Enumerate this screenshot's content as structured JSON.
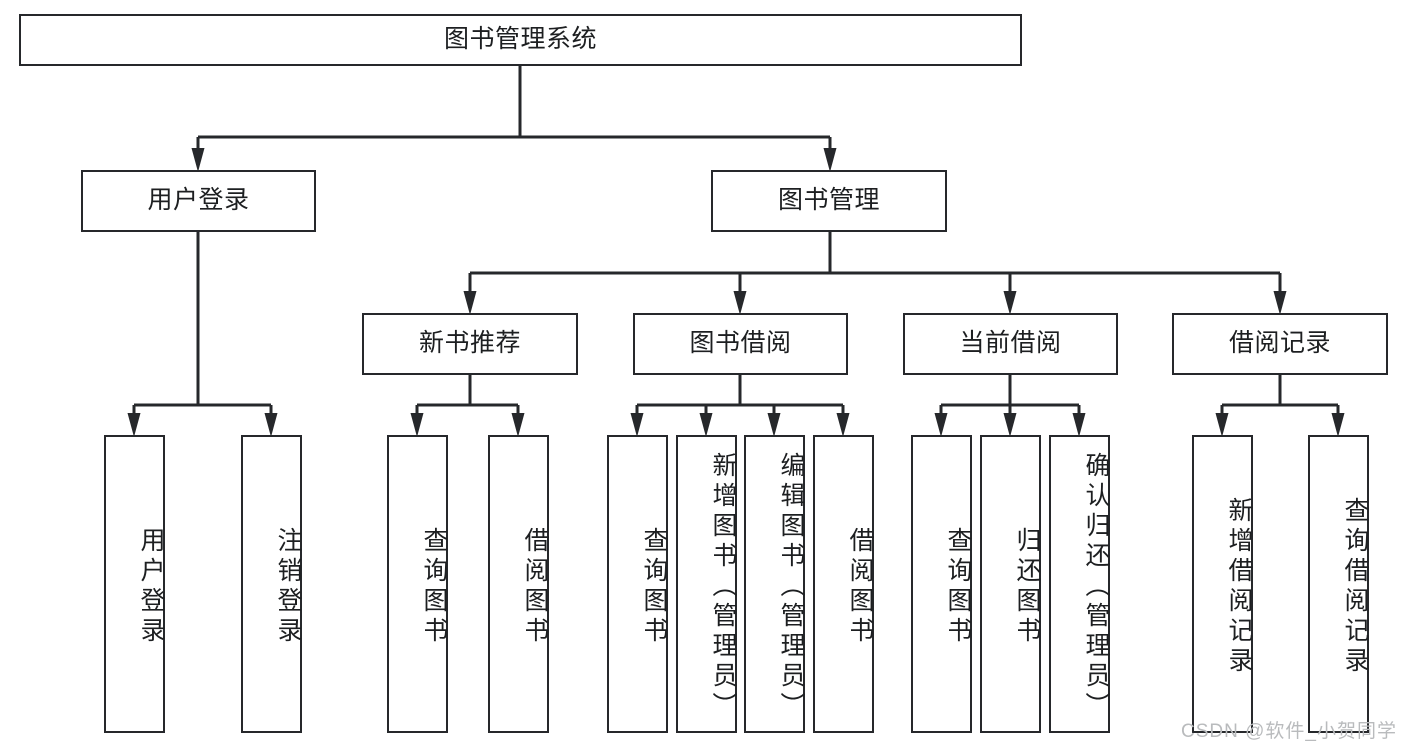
{
  "diagram": {
    "title": "图书管理系统",
    "type": "tree-hierarchy",
    "line_color": "#26282b",
    "node_fill": "#ffffff",
    "text_color": "#1d1f21"
  },
  "nodes": {
    "root": {
      "label": "图书管理系统"
    },
    "level2": [
      {
        "id": "user-login",
        "label": "用户登录"
      },
      {
        "id": "book-manage",
        "label": "图书管理"
      }
    ],
    "level3": [
      {
        "id": "new-book-recommend",
        "label": "新书推荐"
      },
      {
        "id": "book-borrow",
        "label": "图书借阅"
      },
      {
        "id": "current-borrow",
        "label": "当前借阅"
      },
      {
        "id": "borrow-record",
        "label": "借阅记录"
      }
    ],
    "leaves": {
      "user_login": [
        {
          "id": "leaf-user-login",
          "label": "用户登录"
        },
        {
          "id": "leaf-logout-login",
          "label": "注销登录"
        }
      ],
      "new_book_recommend": [
        {
          "id": "leaf-query-book-1",
          "label": "查询图书"
        },
        {
          "id": "leaf-borrow-book-1",
          "label": "借阅图书"
        }
      ],
      "book_borrow": [
        {
          "id": "leaf-query-book-2",
          "label": "查询图书"
        },
        {
          "id": "leaf-add-book",
          "label": "新增图书（管理员）"
        },
        {
          "id": "leaf-edit-book",
          "label": "编辑图书（管理员）"
        },
        {
          "id": "leaf-borrow-book-2",
          "label": "借阅图书"
        }
      ],
      "current_borrow": [
        {
          "id": "leaf-query-book-3",
          "label": "查询图书"
        },
        {
          "id": "leaf-return-book",
          "label": "归还图书"
        },
        {
          "id": "leaf-confirm-return",
          "label": "确认归还（管理员）"
        }
      ],
      "borrow_record": [
        {
          "id": "leaf-add-borrow-record",
          "label": "新增借阅记录"
        },
        {
          "id": "leaf-query-borrow-record",
          "label": "查询借阅记录"
        }
      ]
    }
  },
  "watermark": {
    "text": "CSDN @软件_小贺同学"
  }
}
